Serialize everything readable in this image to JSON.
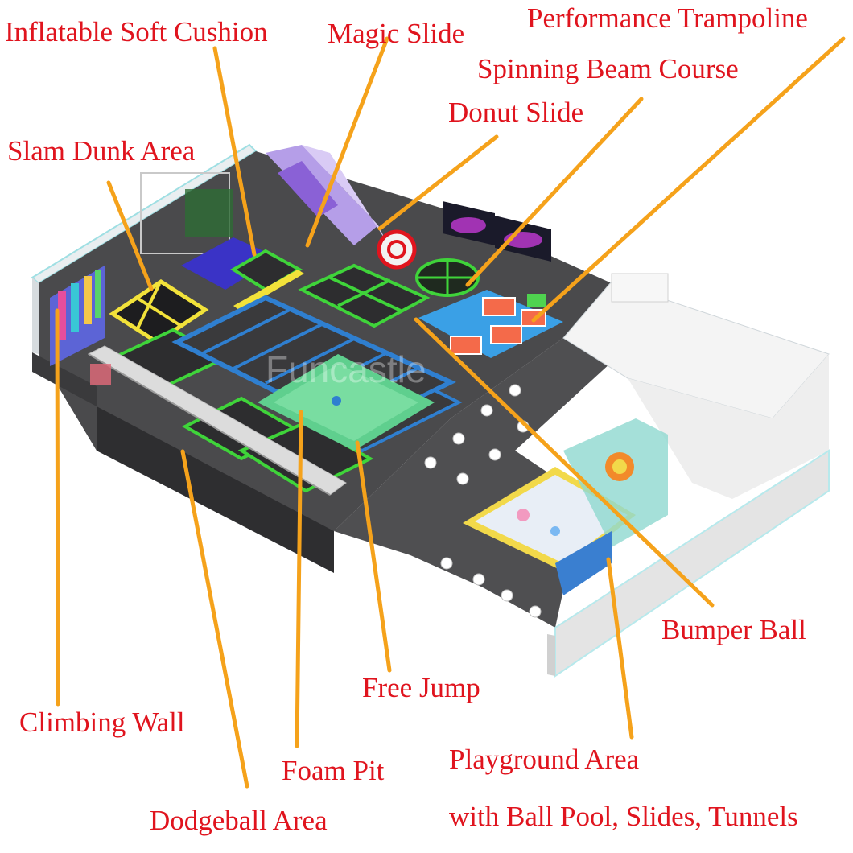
{
  "labels": {
    "inflatable_soft_cushion": "Inflatable Soft Cushion",
    "magic_slide": "Magic Slide",
    "performance_trampoline": "Performance Trampoline",
    "spinning_beam_course": "Spinning Beam Course",
    "donut_slide": "Donut Slide",
    "slam_dunk_area": "Slam Dunk Area",
    "bumper_ball": "Bumper Ball",
    "free_jump": "Free Jump",
    "climbing_wall": "Climbing Wall",
    "foam_pit": "Foam Pit",
    "playground_area_line1": "Playground Area",
    "playground_area_line2": "with Ball Pool, Slides, Tunnels",
    "dodgeball_area": "Dodgeball Area"
  },
  "colors": {
    "label_text": "#e0141e",
    "leader_line": "#f5a21b",
    "floor": "#4a4a4c",
    "green_frame": "#3fd43a",
    "blue_mat": "#2f7fd0",
    "yellow_frame": "#f2e23a",
    "wall": "#f2f2f2",
    "accent_teal": "#7fe3e6"
  }
}
